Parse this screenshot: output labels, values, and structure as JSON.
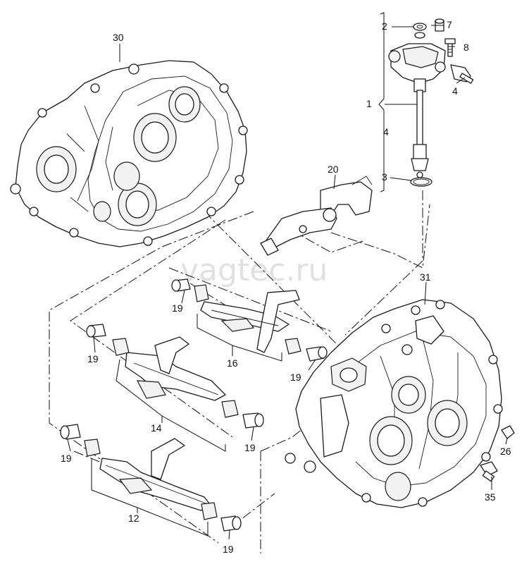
{
  "watermark": "vagtec.ru",
  "callouts": {
    "c30": "30",
    "c31": "31",
    "c20": "20",
    "c1": "1",
    "c2": "2",
    "c3": "3",
    "c4a": "4",
    "c4b": "4",
    "c7": "7",
    "c8": "8",
    "c16": "16",
    "c14": "14",
    "c12": "12",
    "c19a": "19",
    "c19b": "19",
    "c19c": "19",
    "c19d": "19",
    "c19e": "19",
    "c19f": "19",
    "c26": "26",
    "c35": "35"
  },
  "colors": {
    "ink": "#1a1a1a",
    "watermark": "#c9c9c9",
    "background": "#ffffff"
  }
}
